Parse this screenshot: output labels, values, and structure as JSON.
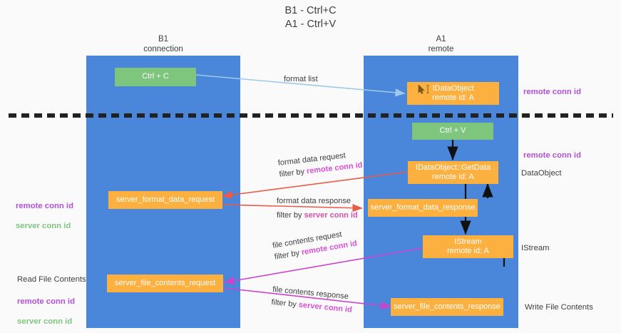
{
  "title": "B1 - Ctrl+C\nA1 - Ctrl+V",
  "lanes": [
    {
      "name": "b1",
      "header": "B1\nconnection"
    },
    {
      "name": "a1",
      "header": "A1\nremote"
    }
  ],
  "boxes": {
    "ctrl_c": "Ctrl + C",
    "idataobject": "IDataObject\nremote id: A",
    "ctrl_v": "Ctrl + V",
    "getdata": "IDataObject::GetData\nremote id: A",
    "server_format_data_request": "server_format_data_request",
    "server_format_data_response": "server_format_data_response",
    "istream": "IStream\nremote id: A",
    "server_file_contents_request": "server_file_contents_request",
    "server_file_contents_response": "server_file_contents_response"
  },
  "side_labels": {
    "remote_conn_id_1": "remote conn id",
    "remote_conn_id_2": "remote conn id",
    "dataobject": "DataObject",
    "istream": "IStream",
    "write_file_contents": "Write File Contents",
    "read_file_contents": "Read File Contents",
    "left_ids_1": {
      "purple": "remote conn id",
      "green": "server conn id"
    },
    "left_ids_2": {
      "purple": "remote conn id",
      "green": "server conn id"
    }
  },
  "edge_labels": {
    "format_list": "format list",
    "format_data_request": "format data request",
    "format_data_request_filter_prefix": "filter by ",
    "format_data_request_filter_value": "remote conn id",
    "format_data_response": "format data response",
    "format_data_response_filter_prefix": "filter by ",
    "format_data_response_filter_value": "server conn id",
    "file_contents_request": "file contents request",
    "file_contents_request_filter_prefix": "filter by ",
    "file_contents_request_filter_value": "remote conn id",
    "file_contents_response": "file contents response",
    "file_contents_response_filter_prefix": "filter by ",
    "file_contents_response_filter_value": "server conn id"
  },
  "colors": {
    "lane": "#4a86da",
    "green_box": "#7ec67e",
    "orange_box": "#fbb040",
    "purple_text": "#b14fd8",
    "magenta_text": "#d94fd8",
    "red_arrow": "#ea5a47",
    "light_blue_arrow": "#9ec9ea",
    "magenta_arrow": "#cc44cc",
    "background": "#fafafa",
    "divider": "#222222"
  }
}
